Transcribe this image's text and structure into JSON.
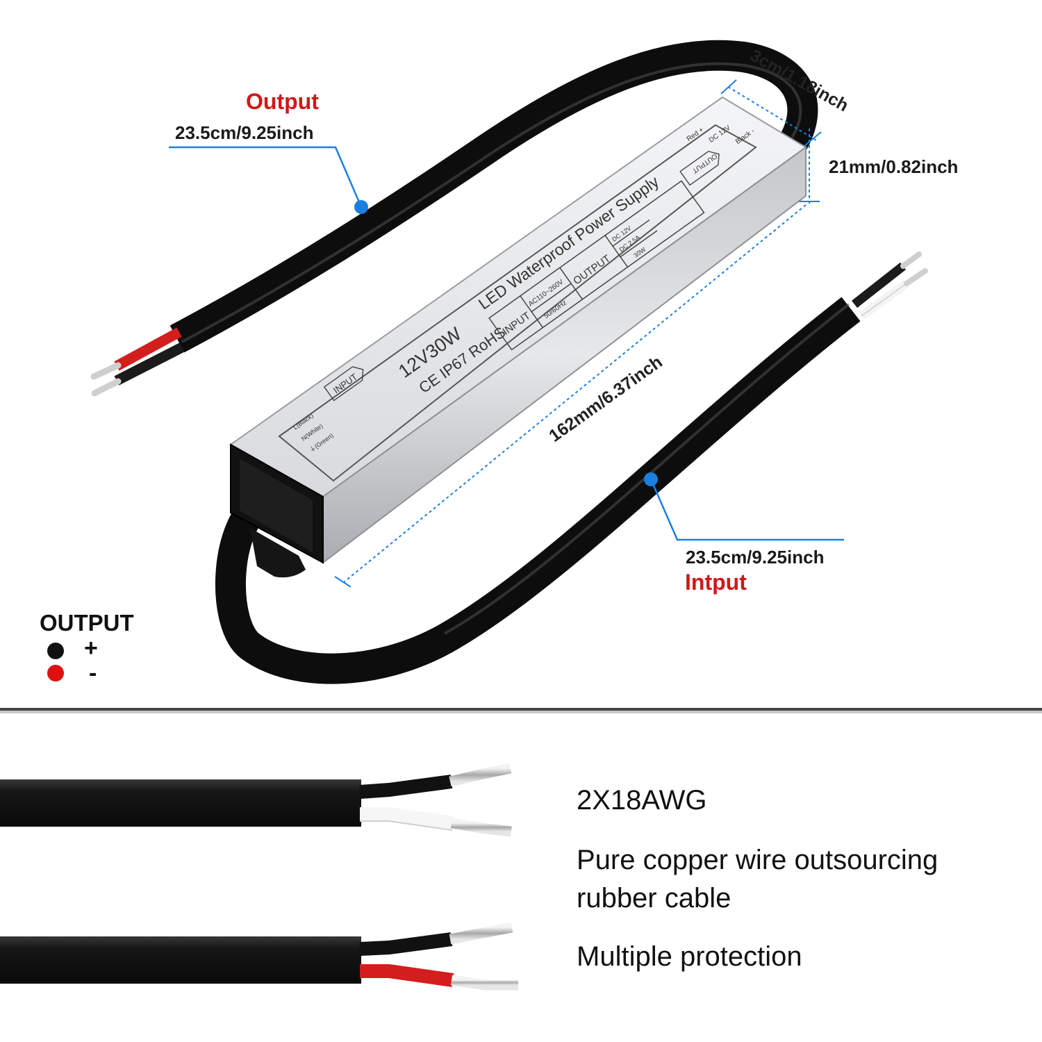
{
  "callouts": {
    "output_title": "Output",
    "output_length": "23.5cm/9.25inch",
    "input_length": "23.5cm/9.25inch",
    "input_title": "Intput",
    "depth": "3cm/1.18inch",
    "height": "21mm/0.82inch",
    "length": "162mm/6.37inch"
  },
  "device_label": {
    "model": "12V30W",
    "certs": "CE IP67 RoHS",
    "name": "LED Waterproof Power Supply",
    "input_tag": "INPUT",
    "input_spec_1": "AC110~260V",
    "input_spec_2": "50/60Hz",
    "output_tag": "OUTPUT",
    "output_spec_1": "DC 12V",
    "output_spec_2": "DC 2.5A",
    "output_spec_3": "30W",
    "input_box_label": "INPUT",
    "wire_black": "L(Black)",
    "wire_white": "N(White)",
    "wire_green": "⏚(Green)",
    "output_box_label": "OUTPUT",
    "red_plus": "Red +",
    "dc_12v": "DC 12V",
    "black_minus": "Black -"
  },
  "legend": {
    "title": "OUTPUT",
    "plus": "+",
    "minus": "-",
    "plus_color": "#111111",
    "minus_color": "#e01010"
  },
  "features": {
    "gauge": "2X18AWG",
    "material_line1": "Pure copper wire outsourcing",
    "material_line2": "rubber cable",
    "protection": "Multiple protection"
  },
  "colors": {
    "accent_blue": "#1a7fe0",
    "label_red": "#d01818"
  }
}
